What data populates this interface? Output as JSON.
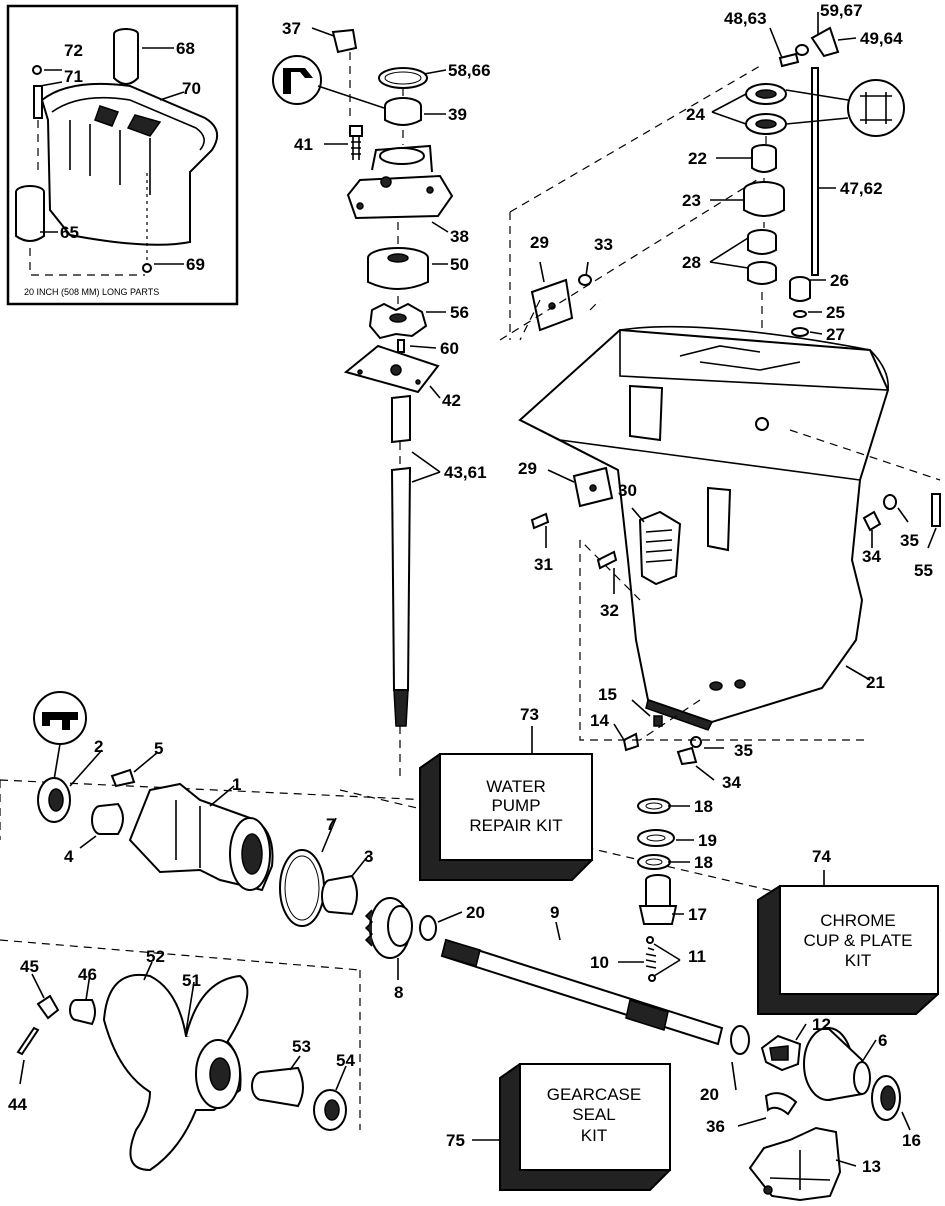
{
  "inset": {
    "caption": "20 INCH (508 MM) LONG PARTS"
  },
  "kits": {
    "water_pump": [
      "WATER",
      "PUMP",
      "REPAIR KIT"
    ],
    "chrome_cup": [
      "CHROME",
      "CUP & PLATE",
      "KIT"
    ],
    "gearcase_seal": [
      "GEARCASE",
      "SEAL",
      "KIT"
    ]
  },
  "part_labels": {
    "l72": "72",
    "l71": "71",
    "l68": "68",
    "l70": "70",
    "l65": "65",
    "l69": "69",
    "l37": "37",
    "l58": "58,66",
    "l39": "39",
    "l41": "41",
    "l38": "38",
    "l50": "50",
    "l56": "56",
    "l60": "60",
    "l42": "42",
    "l43": "43,61",
    "l48": "48,63",
    "l59": "59,67",
    "l49": "49,64",
    "l24": "24",
    "l22": "22",
    "l47": "47,62",
    "l23": "23",
    "l28": "28",
    "l26": "26",
    "l25": "25",
    "l27": "27",
    "l29a": "29",
    "l33": "33",
    "l29b": "29",
    "l30": "30",
    "l31": "31",
    "l32": "32",
    "l34a": "34",
    "l35a": "35",
    "l55": "55",
    "l21": "21",
    "l15": "15",
    "l14": "14",
    "l35b": "35",
    "l34b": "34",
    "l73": "73",
    "l74": "74",
    "l75": "75",
    "l18a": "18",
    "l19": "19",
    "l18b": "18",
    "l17": "17",
    "l11": "11",
    "l10": "10",
    "l9": "9",
    "l12": "12",
    "l6": "6",
    "l20a": "20",
    "l20b": "20",
    "l36": "36",
    "l16": "16",
    "l13": "13",
    "l2": "2",
    "l5": "5",
    "l1": "1",
    "l4": "4",
    "l7": "7",
    "l3": "3",
    "l8": "8",
    "l45": "45",
    "l46": "46",
    "l52": "52",
    "l51": "51",
    "l53": "53",
    "l54": "54",
    "l44": "44"
  }
}
